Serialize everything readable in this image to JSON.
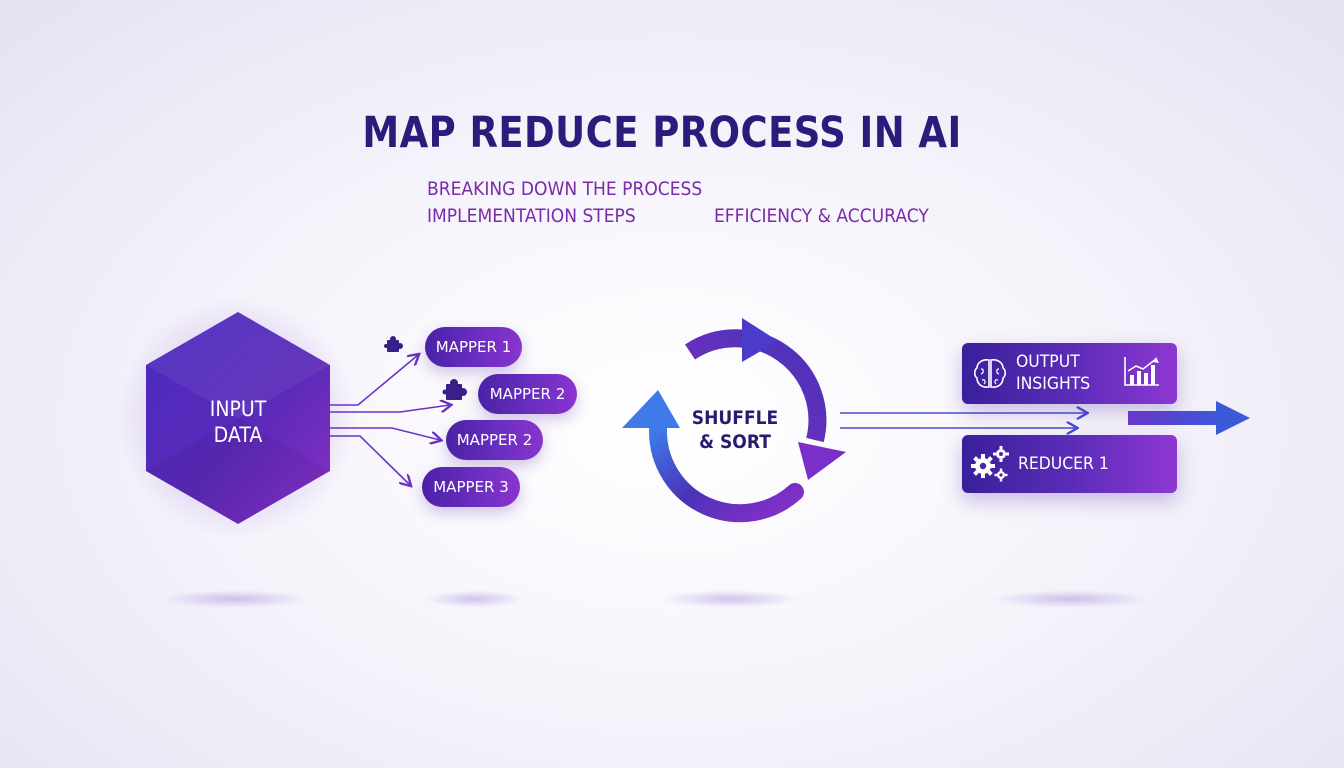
{
  "title": "MAP REDUCE PROCESS IN AI",
  "subtitles": {
    "line1": "BREAKING DOWN THE PROCESS",
    "line2": "IMPLEMENTATION STEPS",
    "line3": "EFFICIENCY & ACCURACY"
  },
  "input": {
    "line1": "INPUT",
    "line2": "DATA"
  },
  "mappers": [
    "MAPPER 1",
    "MAPPER 2",
    "MAPPER 2",
    "MAPPER 3"
  ],
  "shuffle": {
    "line1": "SHUFFLE",
    "line2": "& SORT"
  },
  "output": {
    "line1": "OUTPUT",
    "line2": "INSIGHTS"
  },
  "reducer": {
    "label": "REDUCER 1"
  },
  "icons": [
    "puzzle-icon",
    "brain-icon",
    "bar-chart-icon",
    "gears-icon"
  ],
  "colors": {
    "primary": "#4a22a6",
    "accent": "#8a34cf",
    "title": "#2b1b7a",
    "subtitle": "#7a2ba8",
    "arrow": "#3f6fe0"
  }
}
